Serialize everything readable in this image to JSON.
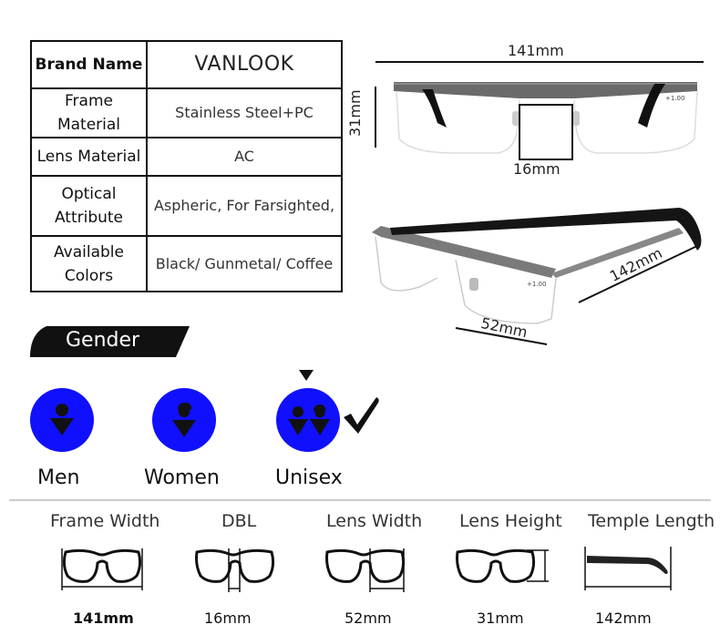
{
  "spec_table": [
    {
      "key": "Brand Name",
      "value": "VANLOOK"
    },
    {
      "key": "Frame Material",
      "value": "Stainless Steel+PC"
    },
    {
      "key": "Lens Material",
      "value": "AC"
    },
    {
      "key": "Optical Attribute",
      "value": "Aspheric, For Farsighted,"
    },
    {
      "key": "Available Colors",
      "value": "Black/ Gunmetal/ Coffee"
    }
  ],
  "diagram": {
    "frame_width": "141mm",
    "height": "31mm",
    "bridge": "16mm",
    "temple": "142mm",
    "lens_width": "52mm",
    "lens_mark": "+1.00"
  },
  "gender": {
    "title": "Gender",
    "options": [
      {
        "label": "Men",
        "selected": false
      },
      {
        "label": "Women",
        "selected": false
      },
      {
        "label": "Unisex",
        "selected": true
      }
    ],
    "accent": "#1010ff"
  },
  "measurements": [
    {
      "name": "Frame Width",
      "value": "141mm"
    },
    {
      "name": "DBL",
      "value": "16mm"
    },
    {
      "name": "Lens Width",
      "value": "52mm"
    },
    {
      "name": "Lens Height",
      "value": "31mm"
    },
    {
      "name": "Temple Length",
      "value": "142mm"
    }
  ]
}
